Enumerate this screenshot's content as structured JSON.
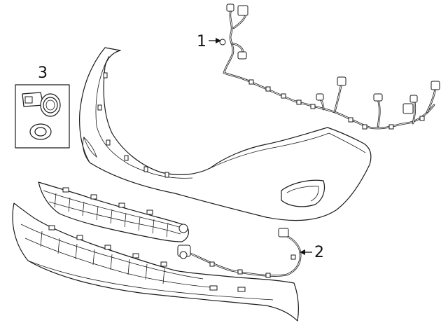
{
  "callouts": [
    {
      "number": "1"
    },
    {
      "number": "2"
    },
    {
      "number": "3"
    }
  ],
  "colors": {
    "line": "#1a1a1a",
    "background": "#ffffff"
  }
}
